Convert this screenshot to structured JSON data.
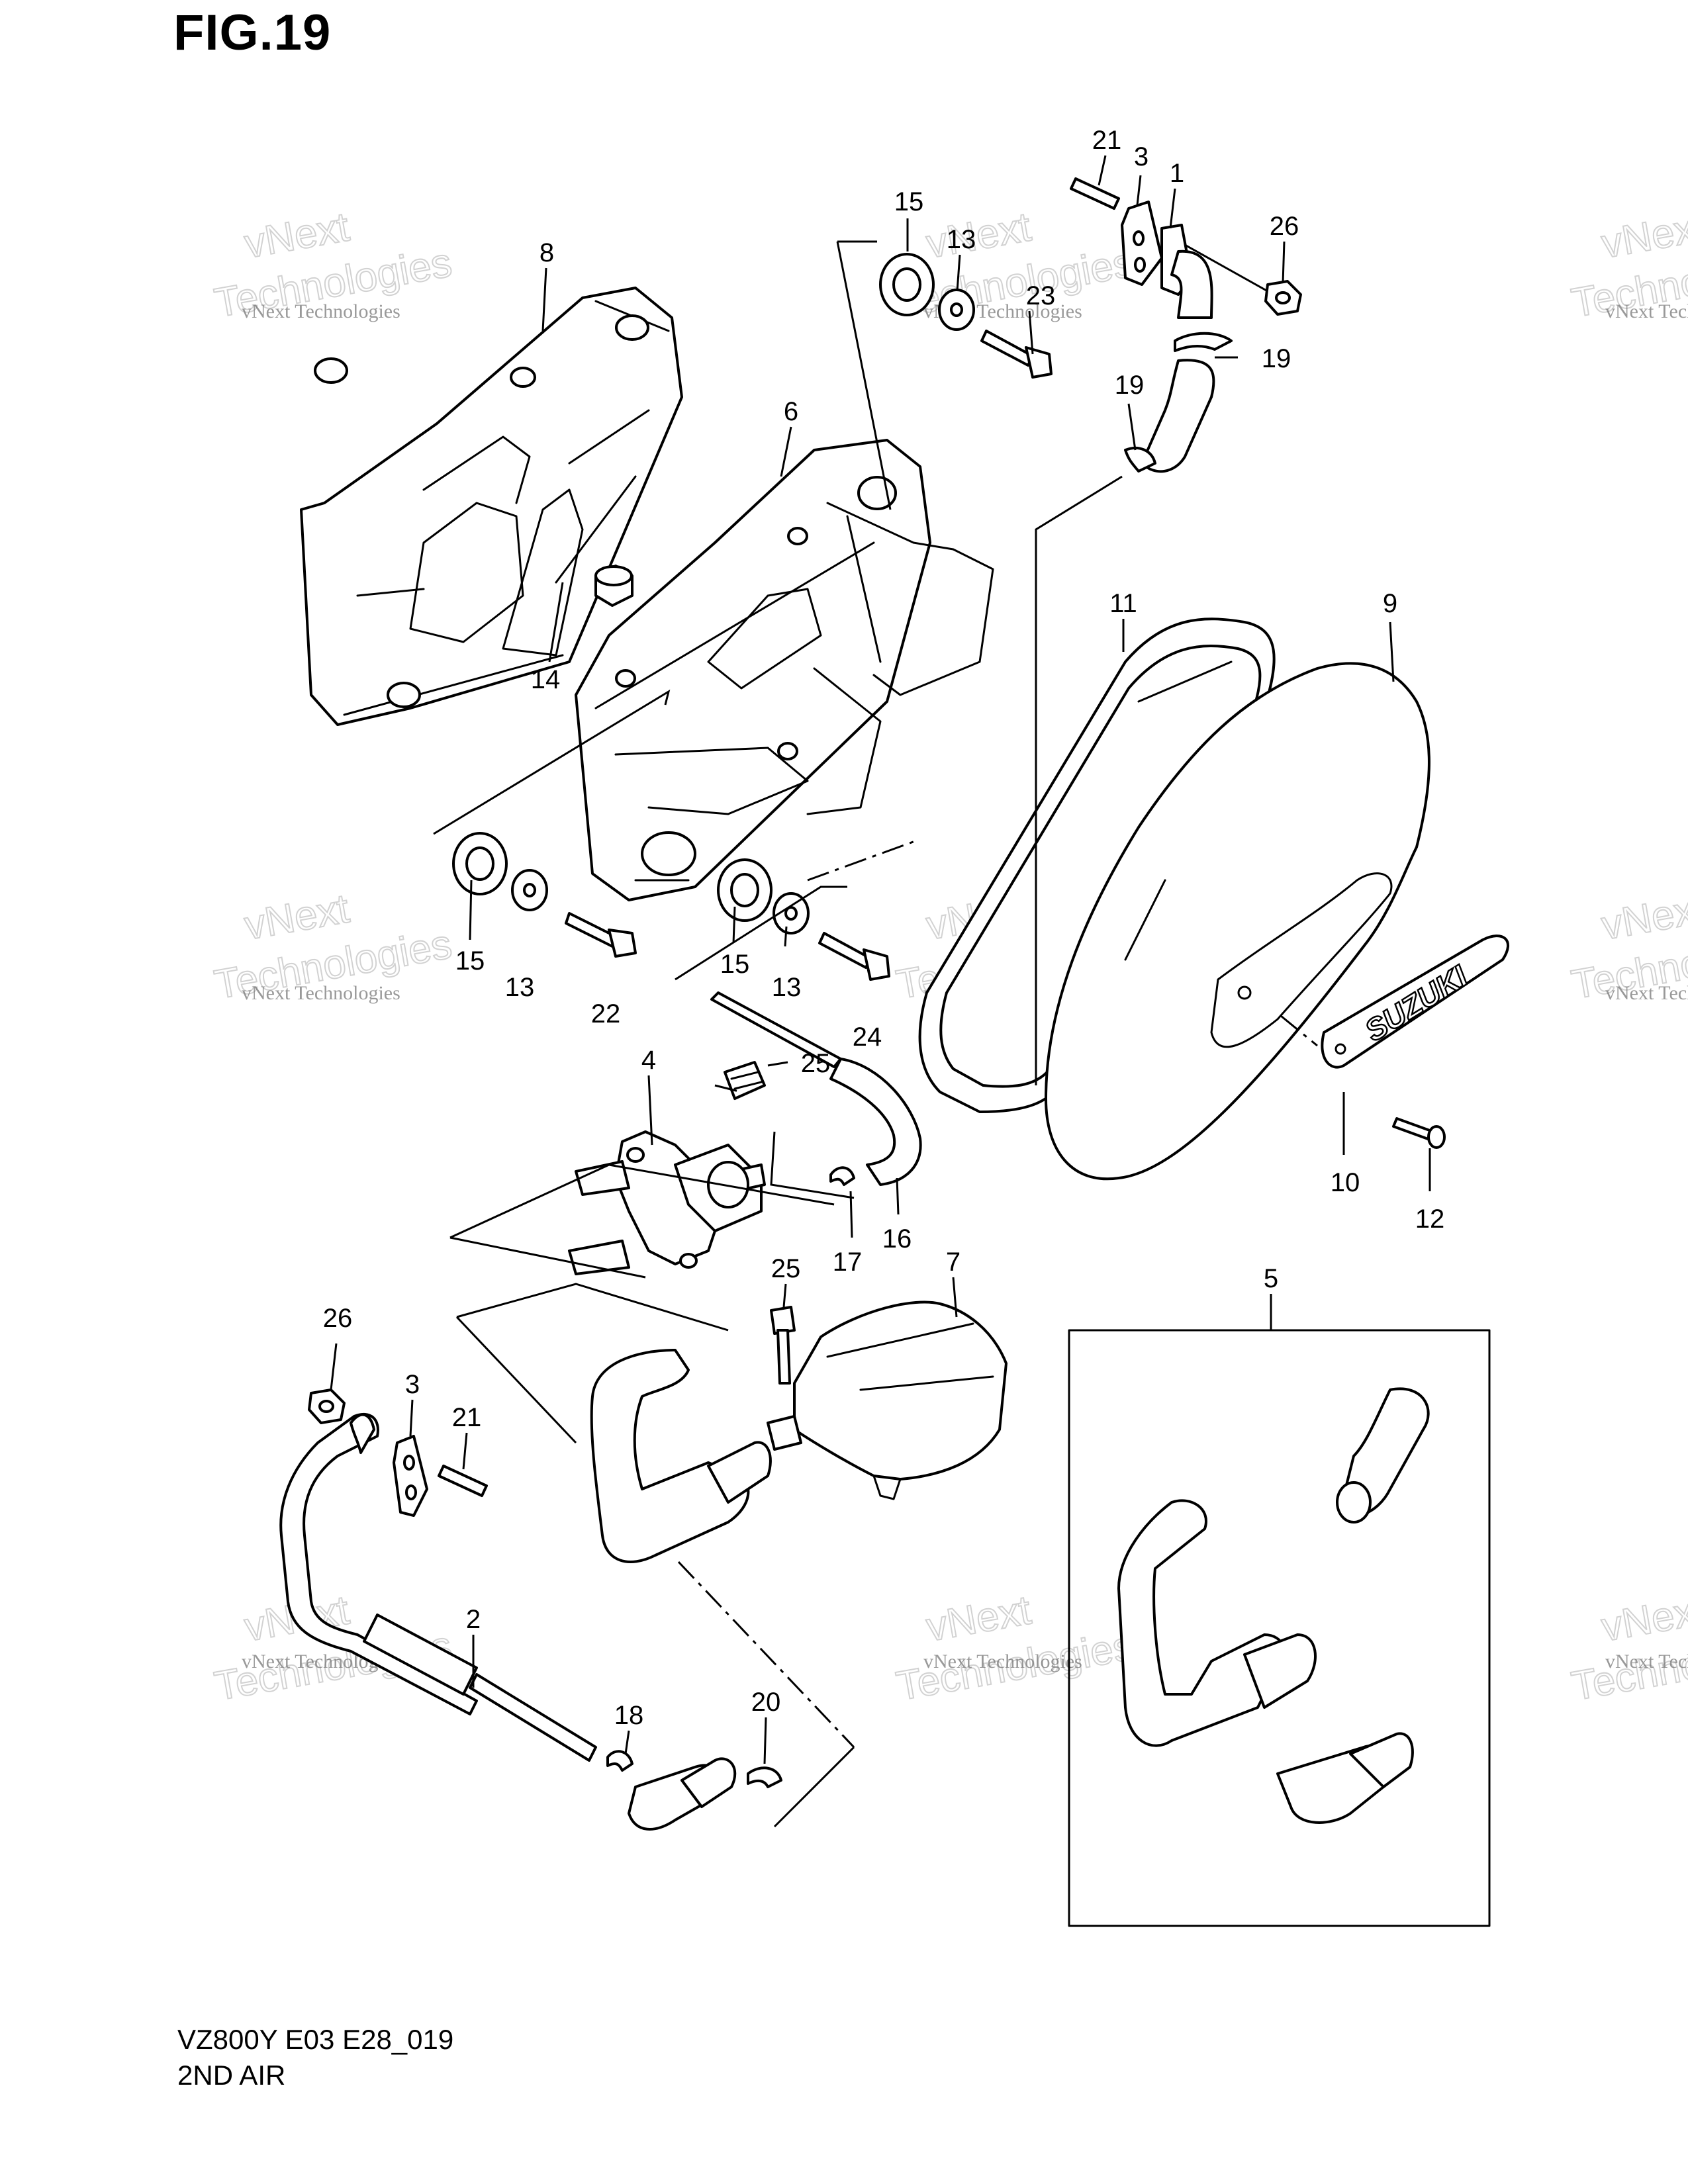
{
  "figure": {
    "title": "FIG.19",
    "model_code": "VZ800Y E03 E28_019",
    "section_name": "2ND AIR"
  },
  "watermark": {
    "small": "vNext Technologies",
    "large_top": "vNext",
    "large_bottom": "Technologies"
  },
  "parts_label_brand": "SUZUKI",
  "callouts": [
    {
      "id": "c21a",
      "label": "21"
    },
    {
      "id": "c3a",
      "label": "3"
    },
    {
      "id": "c1",
      "label": "1"
    },
    {
      "id": "c15a",
      "label": "15"
    },
    {
      "id": "c13a",
      "label": "13"
    },
    {
      "id": "c23",
      "label": "23"
    },
    {
      "id": "c26a",
      "label": "26"
    },
    {
      "id": "c8",
      "label": "8"
    },
    {
      "id": "c19a",
      "label": "19"
    },
    {
      "id": "c19b",
      "label": "19"
    },
    {
      "id": "c6",
      "label": "6"
    },
    {
      "id": "c11",
      "label": "11"
    },
    {
      "id": "c9",
      "label": "9"
    },
    {
      "id": "c14",
      "label": "14"
    },
    {
      "id": "c15b",
      "label": "15"
    },
    {
      "id": "c13b",
      "label": "13"
    },
    {
      "id": "c22",
      "label": "22"
    },
    {
      "id": "c15c",
      "label": "15"
    },
    {
      "id": "c13c",
      "label": "13"
    },
    {
      "id": "c24",
      "label": "24"
    },
    {
      "id": "c4",
      "label": "4"
    },
    {
      "id": "c25a",
      "label": "25"
    },
    {
      "id": "c10",
      "label": "10"
    },
    {
      "id": "c12",
      "label": "12"
    },
    {
      "id": "c17",
      "label": "17"
    },
    {
      "id": "c16",
      "label": "16"
    },
    {
      "id": "c7",
      "label": "7"
    },
    {
      "id": "c25b",
      "label": "25"
    },
    {
      "id": "c5",
      "label": "5"
    },
    {
      "id": "c26b",
      "label": "26"
    },
    {
      "id": "c3b",
      "label": "3"
    },
    {
      "id": "c21b",
      "label": "21"
    },
    {
      "id": "c2",
      "label": "2"
    },
    {
      "id": "c18",
      "label": "18"
    },
    {
      "id": "c20",
      "label": "20"
    }
  ]
}
